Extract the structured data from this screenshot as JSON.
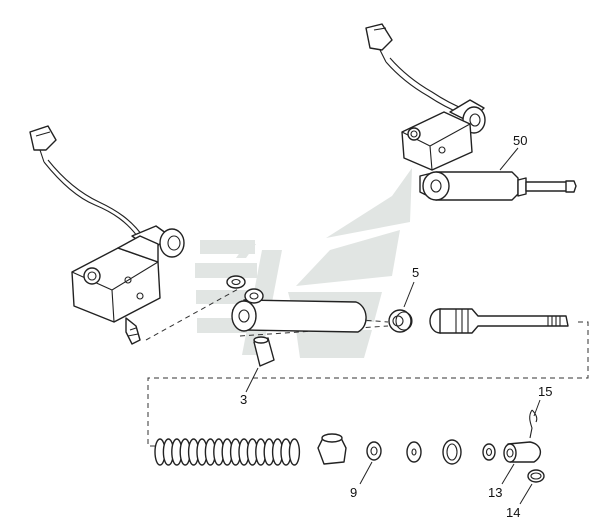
{
  "diagram": {
    "callouts": [
      "50",
      "5",
      "3",
      "15",
      "9",
      "13",
      "14"
    ],
    "watermark_icon": "company-logo-watermark"
  }
}
